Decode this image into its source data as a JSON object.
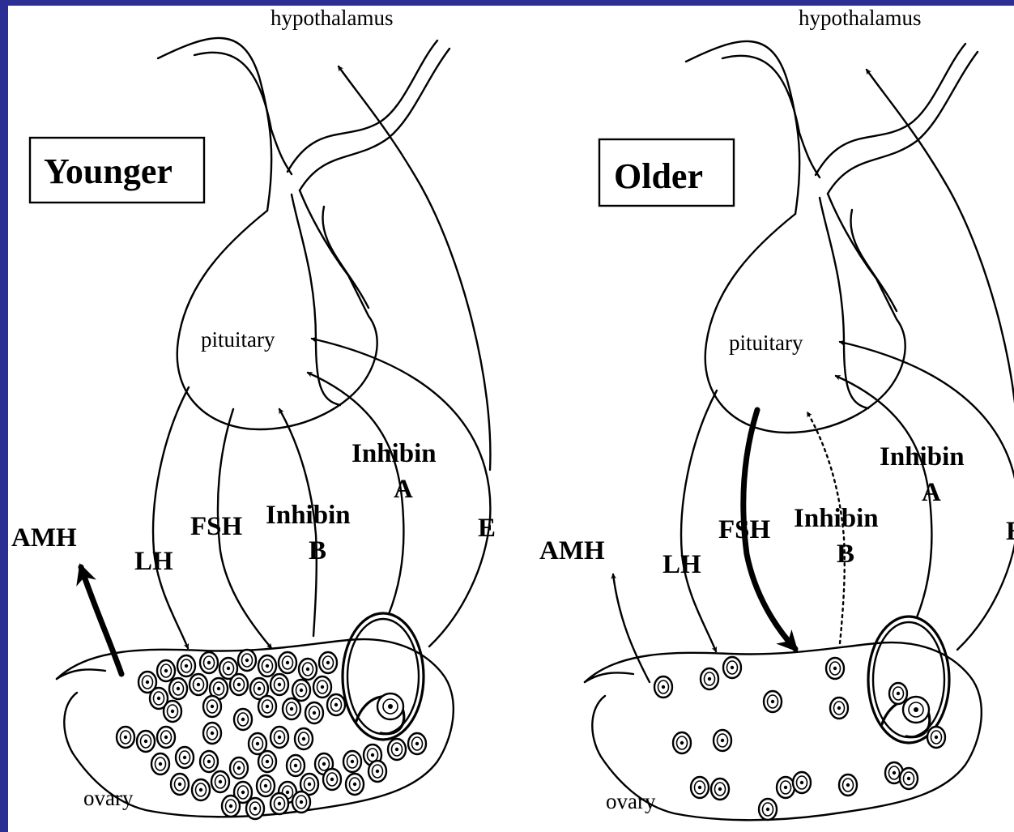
{
  "panels": [
    {
      "title": "Younger",
      "hypothalamus": "hypothalamus",
      "pituitary": "pituitary",
      "ovary": "ovary",
      "amh": "AMH",
      "lh": "LH",
      "fsh": "FSH",
      "inhibin_b": "Inhibin",
      "inhibin_b_letter": "B",
      "inhibin_a": "Inhibin",
      "inhibin_a_letter": "A",
      "estrogen": "E"
    },
    {
      "title": "Older",
      "hypothalamus": "hypothalamus",
      "pituitary": "pituitary",
      "ovary": "ovary",
      "amh": "AMH",
      "lh": "LH",
      "fsh": "FSH",
      "inhibin_b": "Inhibin",
      "inhibin_b_letter": "B",
      "inhibin_a": "Inhibin",
      "inhibin_a_letter": "A",
      "estrogen": "E"
    }
  ],
  "colors": {
    "frame": "#2b2f94",
    "background": "#ffffff",
    "ink": "#000000"
  }
}
